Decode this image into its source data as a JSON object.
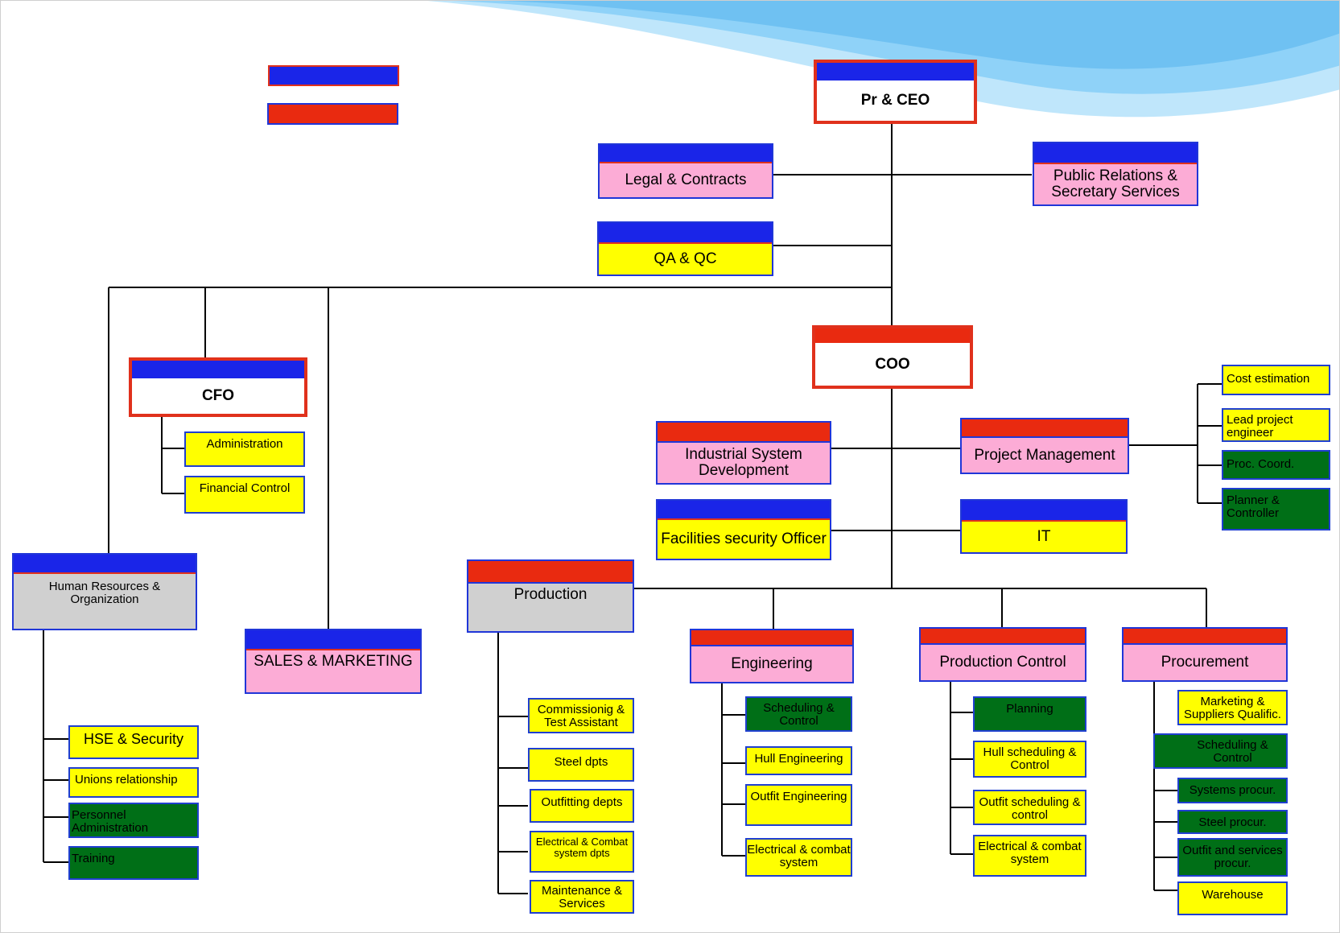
{
  "colors": {
    "blue_bar": "#1a25e8",
    "red_bar": "#e92a10",
    "red_border": "#e0311c",
    "blue_border": "#2036d8",
    "pink": "#fcacd6",
    "yellow": "#ffff00",
    "green": "#006f17",
    "gray": "#d0d0d0",
    "white": "#ffffff",
    "line": "#000000",
    "wave": "#7cc8f6"
  },
  "legend": [
    {
      "color": "blue"
    },
    {
      "color": "red"
    }
  ],
  "chart": {
    "ceo": {
      "label": "Pr & CEO"
    },
    "legal": {
      "label": "Legal & Contracts"
    },
    "pr": {
      "label": "Public Relations & Secretary Services"
    },
    "qa": {
      "label": "QA & QC"
    },
    "coo": {
      "label": "COO"
    },
    "cfo": {
      "label": "CFO",
      "items": [
        "Administration",
        "Financial Control"
      ]
    },
    "industrial": {
      "label": "Industrial System Development"
    },
    "pm": {
      "label": "Project Management",
      "items": [
        "Cost estimation",
        "Lead project engineer",
        "Proc. Coord.",
        "Planner & Controller"
      ]
    },
    "facilities": {
      "label": "Facilities security Officer"
    },
    "it": {
      "label": "IT"
    },
    "hr": {
      "label": "Human Resources & Organization",
      "items": [
        "HSE & Security",
        "Unions relationship",
        "Personnel Administration",
        "Training"
      ]
    },
    "sales": {
      "label": "SALES & MARKETING"
    },
    "production": {
      "label": "Production",
      "items": [
        "Commissionig & Test Assistant",
        "Steel dpts",
        "Outfitting depts",
        "Electrical & Combat system dpts",
        "Maintenance & Services"
      ]
    },
    "engineering": {
      "label": "Engineering",
      "items": [
        "Scheduling & Control",
        "Hull Engineering",
        "Outfit Engineering",
        "Electrical & combat system"
      ]
    },
    "prodcontrol": {
      "label": "Production Control",
      "items": [
        "Planning",
        "Hull scheduling & Control",
        "Outfit scheduling & control",
        "Electrical & combat system"
      ]
    },
    "procurement": {
      "label": "Procurement",
      "items": [
        "Marketing & Suppliers Qualific.",
        "Scheduling & Control",
        "Systems procur.",
        "Steel procur.",
        "Outfit and services procur.",
        "Warehouse"
      ]
    }
  }
}
